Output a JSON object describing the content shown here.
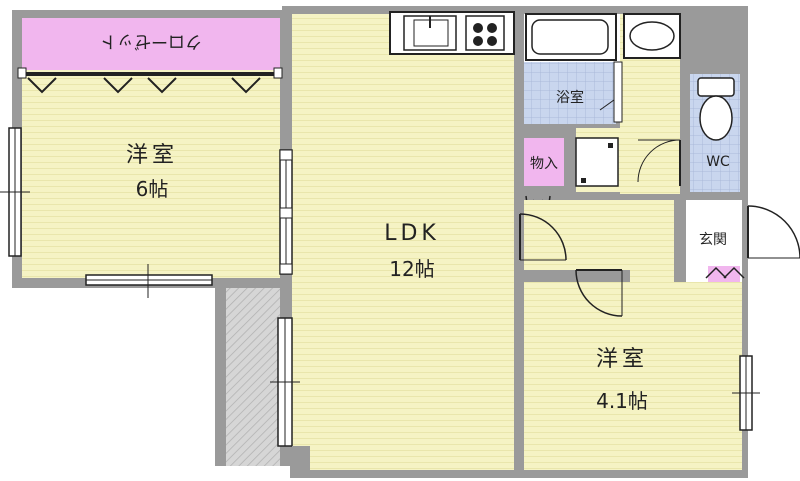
{
  "rooms": {
    "western_6": {
      "name": "洋室",
      "size": "6帖"
    },
    "ldk": {
      "name": "LDK",
      "size": "12帖"
    },
    "western_41": {
      "name": "洋室",
      "size": "4.1帖"
    },
    "bath": {
      "name": "浴室"
    },
    "storage": {
      "name": "物入"
    },
    "wc": {
      "name": "WC"
    },
    "entrance": {
      "name": "玄関"
    },
    "closet": {
      "name": "クローゼット"
    }
  },
  "colors": {
    "floor": "#f5f3c4",
    "floor_stripe": "#e9e6ac",
    "wall": "#9a9a9a",
    "tile": "#c9d6ee",
    "closet": "#f1b6ee",
    "balcony": "#d6d6d6",
    "storage": "#f1b6ee"
  }
}
